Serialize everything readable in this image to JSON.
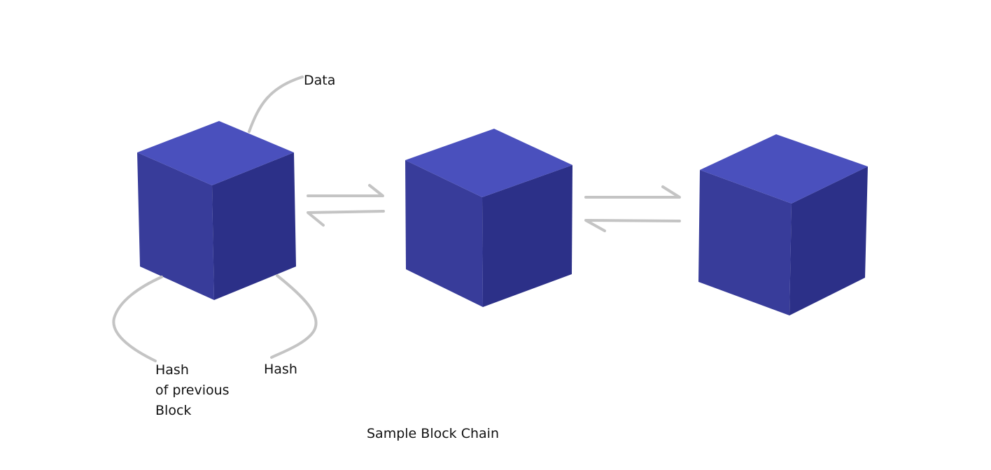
{
  "labels": {
    "data": "Data",
    "hash": "Hash",
    "prev_hash_line1": "Hash",
    "prev_hash_line2": "of previous",
    "prev_hash_line3": "Block",
    "caption": "Sample Block Chain"
  },
  "colors": {
    "cube_top": "#4a50bd",
    "cube_left": "#383c9a",
    "cube_right": "#2c3088",
    "connector": "#c4c4c4",
    "text": "#111111"
  }
}
